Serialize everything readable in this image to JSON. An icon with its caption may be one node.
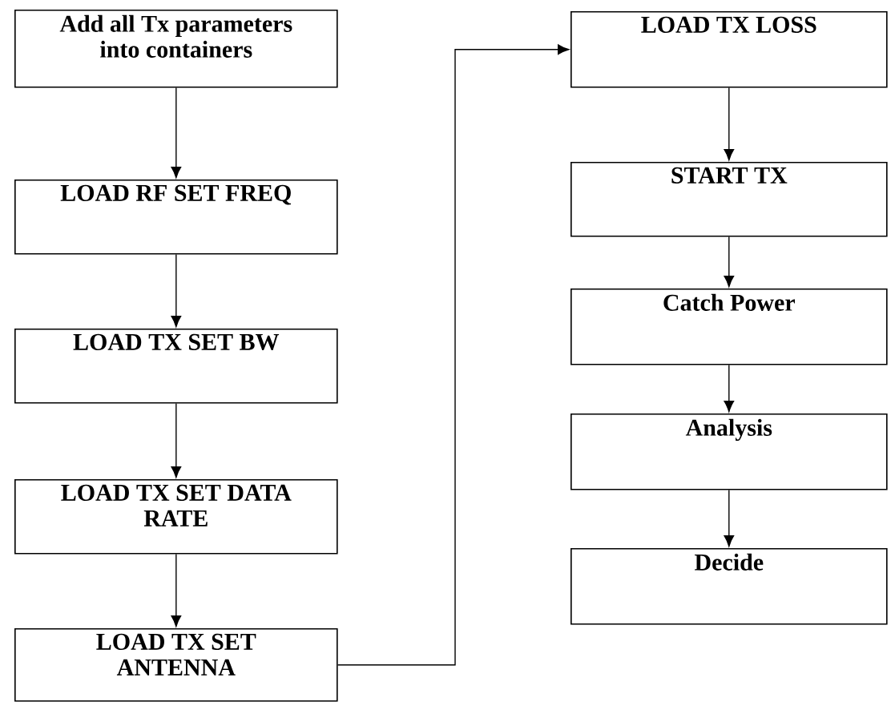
{
  "diagram": {
    "nodes": [
      {
        "text": [
          "Add all Tx parameters into containers"
        ]
      },
      {
        "text": [
          "LOAD RF SET  FREQ"
        ]
      },
      {
        "text": [
          "LOAD TX SET  BW"
        ]
      },
      {
        "text": [
          "LOAD TX SET  DATA RATE"
        ]
      },
      {
        "text": [
          "LOAD TX SET ANTENNA"
        ]
      },
      {
        "text": [
          "LOAD TX LOSS"
        ]
      },
      {
        "text": [
          "START TX"
        ]
      },
      {
        "text": [
          "Catch Power"
        ]
      },
      {
        "text": [
          "Analysis"
        ]
      },
      {
        "text": [
          "Decide"
        ]
      }
    ],
    "edges": [
      {
        "from": 0,
        "to": 1,
        "arrow": "to"
      },
      {
        "from": 1,
        "to": 2,
        "arrow": "to"
      },
      {
        "from": 2,
        "to": 3,
        "arrow": "to"
      },
      {
        "from": 3,
        "to": 4,
        "arrow": "to"
      },
      {
        "from": 4,
        "to": 5,
        "arrow": "to"
      },
      {
        "from": 5,
        "to": 6,
        "arrow": "to"
      },
      {
        "from": 6,
        "to": 7,
        "arrow": "to"
      },
      {
        "from": 7,
        "to": 8,
        "arrow": "to"
      },
      {
        "from": 8,
        "to": 9,
        "arrow": "to"
      }
    ]
  }
}
